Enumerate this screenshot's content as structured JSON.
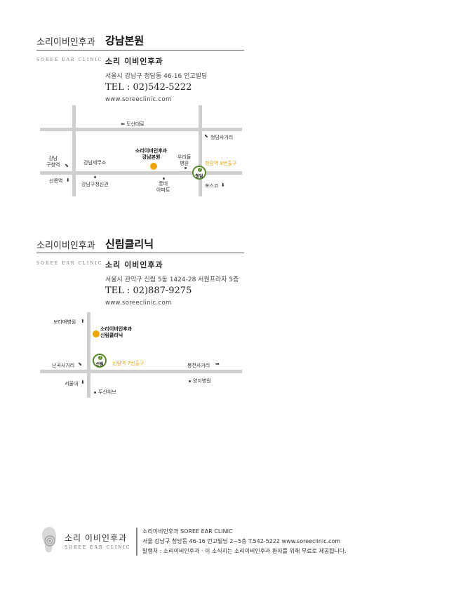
{
  "section1": {
    "prefix": "소리이비인후과",
    "name": "강남본원",
    "brand_en": "SOREE EAR CLINIC",
    "brand_ko": "소리 이비인후과",
    "address": "서울시 강남구 청담동 46-16 언고빌딩",
    "tel": "TEL : 02)542-5222",
    "website": "www.soreeclinic.com",
    "map": {
      "road_dosan": "⬅ 도산대로",
      "cheongdam_crossroad": "청담사거리",
      "gangnam_gucheong_station": "강남\n구청역",
      "gangnam_tax_office": "강남세무소",
      "clinic_marker": "소리이비인후과\n강남본원",
      "woori_hospital": "우리들\n병원",
      "exit": "청담역 8번출구",
      "station": "청담",
      "station_num": "7",
      "seolleung_station": "선릉역",
      "gangnam_gucheong_annex": "강남구청신관",
      "lotte_apartment": "롯데\n아파트",
      "posco": "포스코"
    }
  },
  "section2": {
    "prefix": "소리이비인후과",
    "name": "신림클리닉",
    "brand_en": "SOREE EAR CLINIC",
    "brand_ko": "소리 이비인후과",
    "address": "서울시 관악구 신림 5동 1424-28 서원프라자 5층",
    "tel": "TEL : 02)887-9275",
    "website": "www.soreeclinic.com",
    "map": {
      "boramae_hospital": "보라매병원",
      "clinic_marker": "소리이비인후과\n신림클리닉",
      "nangok_crossroad": "난곡사거리",
      "station": "신림",
      "station_num": "2",
      "exit": "신림역 7번출구",
      "bongcheon_crossroad": "봉천사거리",
      "seoul_univ": "서울대",
      "yangji_hospital": "양지병원",
      "doosan_weave": "두산위브"
    }
  },
  "footer": {
    "logo_ko": "소리 이비인후과",
    "logo_en": "SOREE EAR CLINIC",
    "line1": "소리이비인후과 SOREE EAR CLINIC",
    "line2": "서울 강남구 청담동 46-16 언고빌딩 2~5층   T.542-5222   www.soreeclinic.com",
    "line3": "발행처 : 소리이비인후과     · 이 소식지는 소리이비인후과 환자를 위해 무료로 제공됩니다."
  }
}
